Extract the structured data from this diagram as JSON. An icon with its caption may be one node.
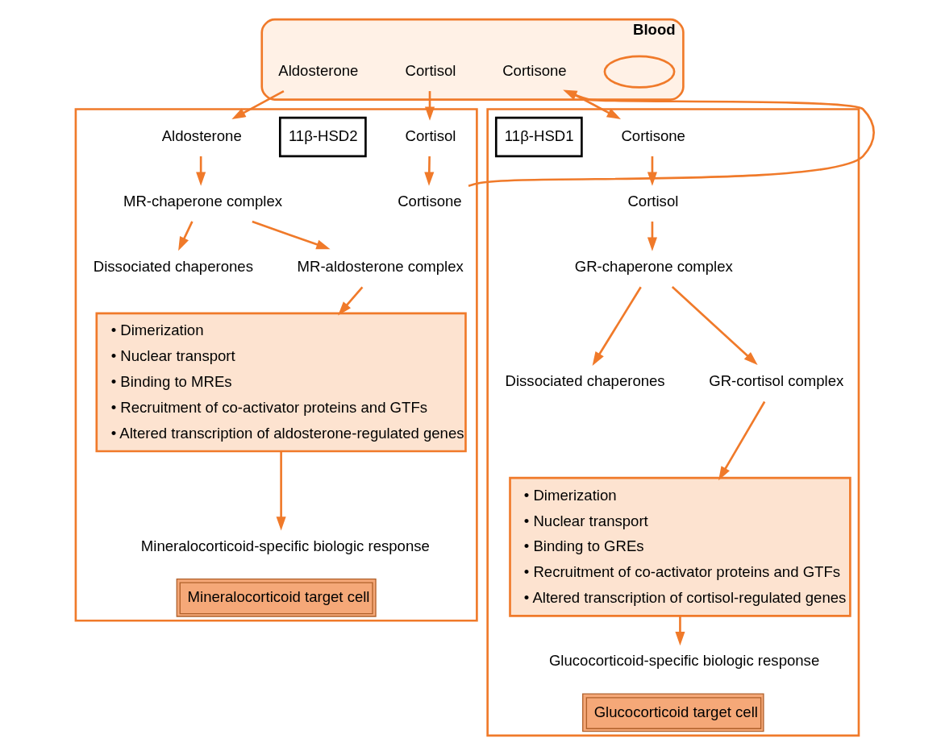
{
  "diagram": {
    "nodes": [
      {
        "text": [
          "Blood"
        ]
      },
      {
        "text": [],
        "shape": "ellipse",
        "in": 0
      },
      {
        "text": [
          "Aldosterone"
        ],
        "in": 0
      },
      {
        "text": [
          "Cortisol"
        ],
        "in": 0
      },
      {
        "text": [
          "Cortisone"
        ],
        "in": 0
      },
      {
        "text": [
          "Mineralocorticoid target cell"
        ]
      },
      {
        "text": [
          "Aldosterone"
        ],
        "in": 5
      },
      {
        "text": [
          "Cortisol"
        ],
        "in": 5
      },
      {
        "text": [
          "11β-HSD2"
        ],
        "in": 5
      },
      {
        "text": [
          "MR-chaperone complex"
        ],
        "in": 5
      },
      {
        "text": [
          "Cortisone"
        ],
        "in": 5
      },
      {
        "text": [
          "Dissociated chaperones"
        ],
        "in": 5
      },
      {
        "text": [
          "MR-aldosterone complex"
        ],
        "in": 5
      },
      {
        "text": [
          "• Dimerization",
          "• Nuclear transport",
          "• Binding to MREs",
          "• Recruitment of co-activator proteins and GTFs",
          "• Altered transcription of aldosterone-regulated genes"
        ],
        "in": 5
      },
      {
        "text": [
          "Mineralocorticoid-specific biologic response"
        ],
        "in": 5
      },
      {
        "text": [
          "Glucocorticoid target cell"
        ]
      },
      {
        "text": [
          "Cortisone"
        ],
        "in": 15
      },
      {
        "text": [
          "11β-HSD1"
        ],
        "in": 15
      },
      {
        "text": [
          "Cortisol"
        ],
        "in": 15
      },
      {
        "text": [
          "GR-chaperone complex"
        ],
        "in": 15
      },
      {
        "text": [
          "Dissociated chaperones"
        ],
        "in": 15
      },
      {
        "text": [
          "GR-cortisol complex"
        ],
        "in": 15
      },
      {
        "text": [
          "• Dimerization",
          "• Nuclear transport",
          "• Binding to GREs",
          "• Recruitment of co-activator proteins and GTFs",
          "• Altered transcription of cortisol-regulated genes"
        ],
        "in": 15
      },
      {
        "text": [
          "Glucocorticoid-specific biologic response"
        ],
        "in": 15
      }
    ],
    "edges": [
      {
        "from": 2,
        "to": 6,
        "arrow": "to"
      },
      {
        "from": 3,
        "to": 7,
        "arrow": "to"
      },
      {
        "from": 7,
        "to": 10,
        "arrow": "to"
      },
      {
        "from": 10,
        "to": 4,
        "arrow": "to"
      },
      {
        "from": 4,
        "to": 16,
        "arrow": "to"
      },
      {
        "from": 6,
        "to": 9,
        "arrow": "to"
      },
      {
        "from": 9,
        "to": 11,
        "arrow": "to"
      },
      {
        "from": 9,
        "to": 12,
        "arrow": "to"
      },
      {
        "from": 12,
        "to": 13,
        "arrow": "to"
      },
      {
        "from": 13,
        "to": 14,
        "arrow": "to"
      },
      {
        "from": 16,
        "to": 18,
        "arrow": "to"
      },
      {
        "from": 18,
        "to": 19,
        "arrow": "to"
      },
      {
        "from": 19,
        "to": 20,
        "arrow": "to"
      },
      {
        "from": 19,
        "to": 21,
        "arrow": "to"
      },
      {
        "from": 21,
        "to": 22,
        "arrow": "to"
      },
      {
        "from": 22,
        "to": 23,
        "arrow": "to"
      }
    ]
  }
}
